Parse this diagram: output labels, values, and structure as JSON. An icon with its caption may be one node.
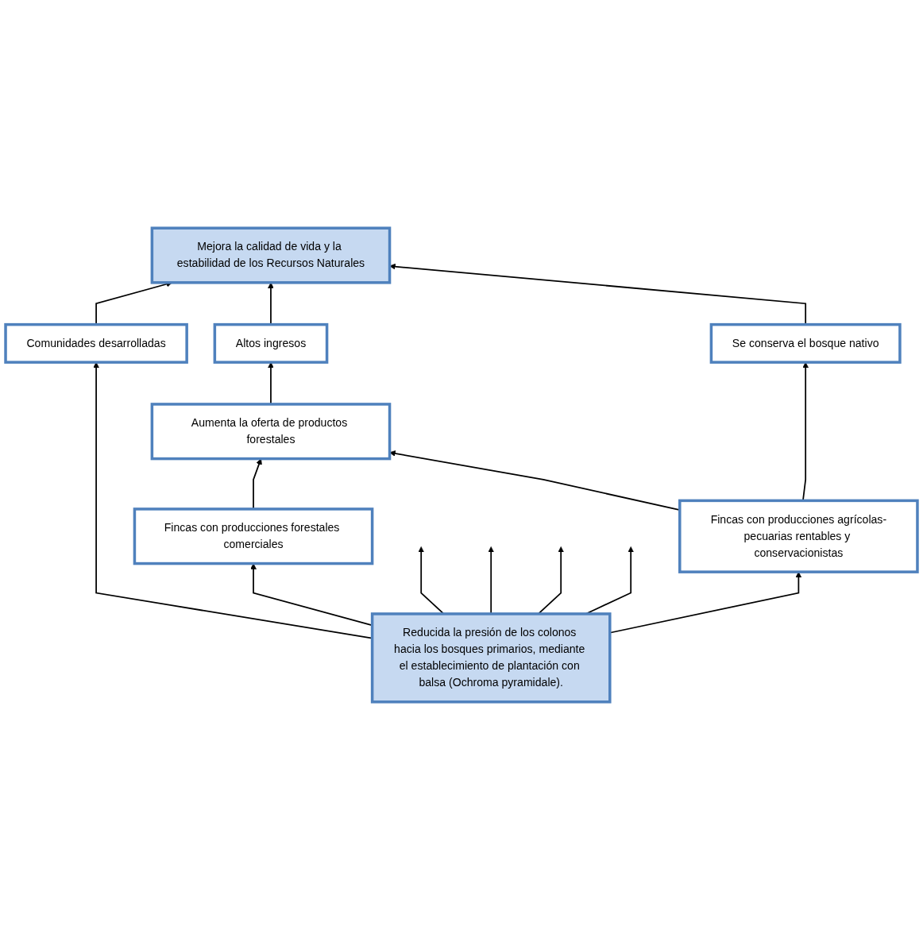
{
  "diagram": {
    "nodes": [
      {
        "text": [
          "Mejora la calidad de vida y la estabilidad de los Recursos Naturales"
        ]
      },
      {
        "text": [
          "Altos ingresos"
        ]
      },
      {
        "text": [
          "Aumenta la oferta de productos forestales"
        ]
      },
      {
        "text": [
          "Se conserva el bosque nativo"
        ]
      },
      {
        "text": [
          "Comunidades desarrolladas"
        ]
      },
      {
        "text": [
          "Fincas con producciones forestales comerciales"
        ]
      },
      {
        "text": [
          "Fincas con producciones agrícolas-pecuarias rentables y conservacionistas"
        ]
      },
      {
        "text": [
          "Reducida la presión de los colonos hacia los bosques primarios, mediante el establecimiento de plantación con balsa (Ochroma pyramidale)."
        ]
      }
    ],
    "edges": [
      {
        "from": 4,
        "to": 0,
        "arrow": "to"
      },
      {
        "from": 1,
        "to": 0,
        "arrow": "to"
      },
      {
        "from": 3,
        "to": 0,
        "arrow": "to"
      },
      {
        "from": 2,
        "to": 1,
        "arrow": "to"
      },
      {
        "from": 5,
        "to": 2,
        "arrow": "to"
      },
      {
        "from": 6,
        "to": 2,
        "arrow": "to"
      },
      {
        "from": 6,
        "to": 3,
        "arrow": "to"
      },
      {
        "from": 7,
        "to": 4,
        "arrow": "to"
      },
      {
        "from": 7,
        "to": 5,
        "arrow": "to"
      },
      {
        "from": 7,
        "to": 6,
        "arrow": "to"
      },
      {
        "from": 7,
        "to": null,
        "arrow": "to"
      },
      {
        "from": 7,
        "to": null,
        "arrow": "to"
      },
      {
        "from": 7,
        "to": null,
        "arrow": "to"
      },
      {
        "from": 7,
        "to": null,
        "arrow": "to"
      }
    ]
  }
}
